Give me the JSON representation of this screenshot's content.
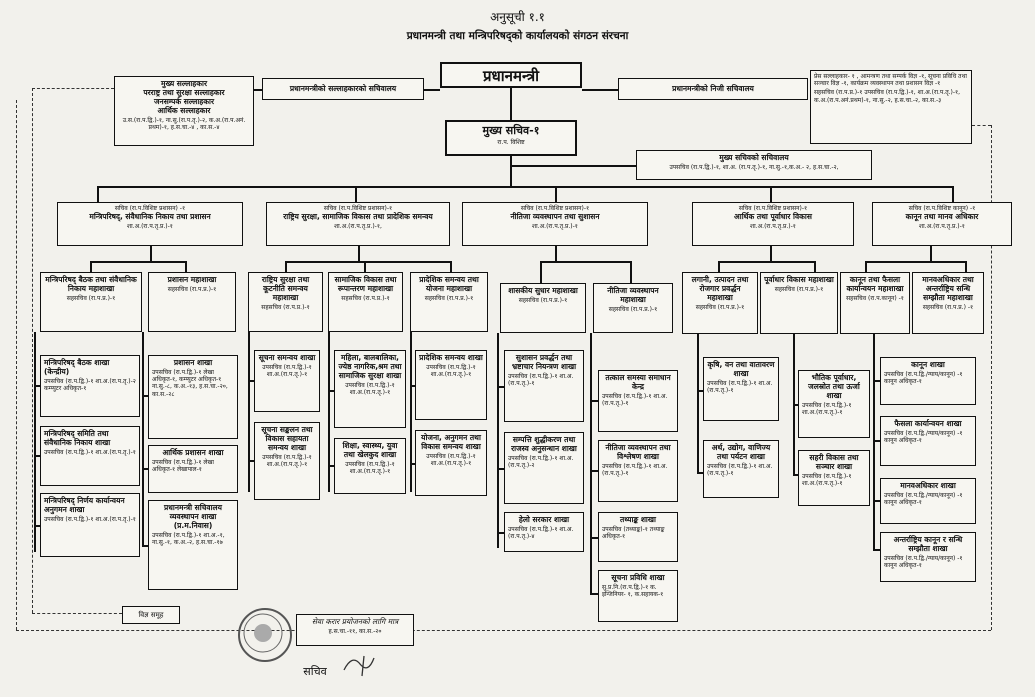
{
  "header": {
    "annex": "अनुसूची १.१",
    "title": "प्रधानमन्त्री तथा मन्त्रिपरिषद्को कार्यालयको संगठन संरचना"
  },
  "top": {
    "pm": "प्रधानमन्त्री",
    "advisor_secretariat": "प्रधानमन्त्रीको सल्लाहकारको सचिवालय",
    "private_secretariat": "प्रधानमन्त्रीको निजी सचिवालय",
    "advisors": {
      "title": "मुख्य सल्लाहकार",
      "l1": "परराष्ट्र तथा सुरक्षा सल्लाहकार",
      "l2": "जनसम्पर्क सल्लाहकार",
      "l3": "आर्थिक सल्लाहकार",
      "staff": "उ.स.(रा.प.द्वि.)-१, ना.सु.(रा.प.तृ.)-२, क.अ.(रा.प.अनं. प्रथम)-१, ह.स.चा.-४ , का.स.-४"
    },
    "private_staff": {
      "l1": "प्रेस सल्लाहकार- १ , आमन्त्रण तथा सम्पर्क विज्ञ -१, सूचना प्रविधि तथा सञ्चार विज्ञ -१, कार्यक्रम व्यवस्थापन तथा प्रशासन विज्ञ -१",
      "l2": "सहसचिव (रा.प.प्र.)-१ उपसचिव (रा.प.द्वि.)-१, शा.अ.(रा.प.तृ.)-१, क.अ.(रा.प.अनं.प्रथम)-१, ना.सु.-२, ह.स.चा.-२, का.स.-३"
    },
    "chief_secretary": {
      "title": "मुख्य सचिव-१",
      "sub": "रा.प. विशिष्ट"
    },
    "cs_secretariat": {
      "title": "मुख्य सचिवको सचिवालय",
      "staff": "उपसचिव (रा.प.द्वि.)-१, शा.अ. (रा.प.तृ.)-१, ना.सु.-१,क.अ.- २, ह.स.चा.-२,"
    }
  },
  "divisions": [
    {
      "sec": "सचिव (रा.प.विशिष्ट प्रशासन) -१",
      "title": "मन्त्रिपरिषद्, संवैधानिक निकाय तथा प्रशासन",
      "staff": "शा.अ.(रा.प.तृ.प्र.)-१"
    },
    {
      "sec": "सचिव (रा.प.विशिष्ट प्रशासन)-१",
      "title": "राष्ट्रिय सुरक्षा, सामाजिक विकास तथा प्रादेशिक समन्वय",
      "staff": "शा.अ.(रा.प.तृ.प्र.)-१,"
    },
    {
      "sec": "सचिव (रा.प.विशिष्ट प्रशासन)-१",
      "title": "नीतिजा व्यवस्थापन तथा सुशासन",
      "staff": "शा.अ.(रा.प.तृ.प्र.)-१"
    },
    {
      "sec": "सचिव (रा.प.विशिष्ट प्रशासन)-१",
      "title": "आर्थिक तथा पूर्वाधार विकास",
      "staff": "शा.अ.(रा.प.तृ.प्र.)-१"
    },
    {
      "sec": "सचिव (रा.प.विशिष्ट कानून) -१",
      "title": "कानून तथा मानव अधिकार",
      "staff": "शा.अ.(रा.प.तृ.प्र.)-१"
    }
  ],
  "sections": [
    {
      "title": "मन्त्रिपरिषद् बैठक तथा संवैधानिक निकाय महाशाखा",
      "staff": "सहसचिव (रा.प.प्र.)-१"
    },
    {
      "title": "प्रशासन महाशाखा",
      "staff": "सहसचिव (रा.प.प्र.)-१"
    },
    {
      "title": "राष्ट्रिय सुरक्षा तथा कूटनीति समन्वय महाशाखा",
      "staff": "सहसचिव (रा.प.प्र.)-१"
    },
    {
      "title": "सामाजिक विकास तथा रूपान्तरण महाशाखा",
      "staff": "सहसचिव (रा.प.प्र.)-१"
    },
    {
      "title": "प्रादेशिक समन्वय तथा योजना महाशाखा",
      "staff": "सहसचिव (रा.प.प्र.)-१"
    },
    {
      "title": "शासकीय सुधार महाशाखा",
      "staff": "सहसचिव (रा.प.प्र.)-१"
    },
    {
      "title": "नीतिजा व्यवस्थापन महाशाखा",
      "staff": "सहसचिव (रा.प.प्र.)-१"
    },
    {
      "title": "लगानी, उत्पादन तथा रोजगार प्रवर्द्धन महाशाखा",
      "staff": "सहसचिव (रा.प.प्र.)-१"
    },
    {
      "title": "पूर्वाधार विकास महाशाखा",
      "staff": "सहसचिव (रा.प.प्र.)-१"
    },
    {
      "title": "कानून तथा फैसला कार्यान्वयन महाशाखा",
      "staff": "सहसचिव (रा.प.कानून) -१"
    },
    {
      "title": "मानवअधिकार तथा अन्तर्राष्ट्रिय सन्धि सम्झौता महाशाखा",
      "staff": "सहसचिव (रा.प.प्र.) -१"
    }
  ],
  "branches": [
    {
      "title": "मन्त्रिपरिषद् बैठक शाखा (केन्द्रीय)",
      "staff": "उपसचिव (रा.प.द्वि.)-१ शा.अ.(रा.प.तृ.)-२ कम्प्युटर अधिकृत-१"
    },
    {
      "title": "मन्त्रिपरिषद् समिति तथा संवैधानिक निकाय शाखा",
      "staff": "उपसचिव (रा.प.द्वि.)-१ शा.अ.(रा.प.तृ.)-१"
    },
    {
      "title": "मन्त्रिपरिषद् निर्णय कार्यान्वयन अनुगमन शाखा",
      "staff": "उपसचिव (रा.प.द्वि.)-१ शा.अ.(रा.प.तृ.)-१"
    },
    {
      "title": "प्रशासन शाखा",
      "staff": "उपसचिव (रा.प.द्वि.)-१ लेखा अधिकृत-१, कम्प्युटर अधिकृत-१ ना.सु.-८, क.अ.-१३, ह.स.चा.-२०, का.स.-२८"
    },
    {
      "title": "आर्थिक प्रशासन शाखा",
      "staff": "उपसचिव (रा.प.द्वि.)-१ लेखा अधिकृत-१ लेखापाल-१"
    },
    {
      "title": "प्रधानमन्त्री सचिवालय व्यवस्थापन शाखा (प्र.म.निवास)",
      "staff": "उपसचिव (रा.प.द्वि.)-१ शा.अ.-१, ना.सु.-१, क.अ.-२, ह.स.चा.-१७"
    },
    {
      "title": "सूचना समन्वय शाखा",
      "staff": "उपसचिव (रा.प.द्वि.)-१ शा.अ.(रा.प.तृ.)-१"
    },
    {
      "title": "सूचना सङ्कलन तथा विकास सहायता समन्वय शाखा",
      "staff": "उपसचिव (रा.प.द्वि.)-१ शा.अ.(रा.प.तृ.)-१"
    },
    {
      "title": "महिला, बालबालिका, ज्येष्ठ नागरिक,श्रम तथा सामाजिक सुरक्षा शाखा",
      "staff": "उपसचिव (रा.प.द्वि.)-१ शा.अ.(रा.प.तृ.)-१"
    },
    {
      "title": "शिक्षा, स्वास्थ्य, युवा तथा खेलकुद शाखा",
      "staff": "उपसचिव (रा.प.द्वि.)-१ शा.अ.(रा.प.तृ.)-१"
    },
    {
      "title": "प्रादेशिक समन्वय शाखा",
      "staff": "उपसचिव (रा.प.द्वि.)-१ शा.अ.(रा.प.तृ.)-१"
    },
    {
      "title": "योजना, अनुगमन तथा विकास समन्वय शाखा",
      "staff": "उपसचिव (रा.प.द्वि.)-१ शा.अ.(रा.प.तृ.)-१"
    },
    {
      "title": "सुशासन प्रवर्द्धन तथा भ्रष्टाचार नियन्त्रण शाखा",
      "staff": "उपसचिव (रा.प.द्वि.)-१ शा.अ.(रा.प.तृ.)-१"
    },
    {
      "title": "सम्पत्ति शुद्धीकरण तथा राजस्व अनुसन्धान शाखा",
      "staff": "उपसचिव (रा.प.द्वि.)-१ शा.अ.(रा.प.तृ.)-२"
    },
    {
      "title": "हेलो सरकार शाखा",
      "staff": "उपसचिव (रा.प.द्वि.)-१ शा.अ.(रा.प.तृ.)-४"
    },
    {
      "title": "तत्काल समस्या समाधान केन्द्र",
      "staff": "उपसचिव (रा.प.द्वि.)-१ शा.अ.(रा.प.तृ.)-१"
    },
    {
      "title": "नीतिजा व्यवस्थापन तथा विश्लेषण शाखा",
      "staff": "उपसचिव (रा.प.द्वि.)-१ शा.अ.(रा.प.तृ.)-१"
    },
    {
      "title": "तथ्याङ्क शाखा",
      "staff": "उपसचिव (तथ्याङ्क)-१ तथ्याङ्क अधिकृत-१"
    },
    {
      "title": "सूचना प्रविधि शाखा",
      "staff": "सु.प्र.नि.(रा.प.द्वि.)-१ क. इन्जिनियर- १, क.सहायक-१"
    },
    {
      "title": "कृषि, वन तथा वातावरण शाखा",
      "staff": "उपसचिव (रा.प.द्वि.)-१ शा.अ.(रा.प.तृ.)-१"
    },
    {
      "title": "अर्थ, उद्योग, वाणिज्य तथा पर्यटन शाखा",
      "staff": "उपसचिव (रा.प.द्वि.)-१ शा.अ.(रा.प.तृ.)-१"
    },
    {
      "title": "भौतिक पूर्वाधार, जलस्रोत तथा ऊर्जा शाखा",
      "staff": "उपसचिव (रा.प.द्वि.)-१ शा.अ.(रा.प.तृ.)-१"
    },
    {
      "title": "सहरी विकास तथा सञ्चार शाखा",
      "staff": "उपसचिव (रा.प.द्वि.)-१ शा.अ.(रा.प.तृ.)-१"
    },
    {
      "title": "कानून शाखा",
      "staff": "उपसचिव (रा.प.द्वि./न्याय/कानून) -१ कानून अधिकृत-१"
    },
    {
      "title": "फैसला कार्यान्वयन शाखा",
      "staff": "उपसचिव (रा.प.द्वि./न्याय/कानून) -१ कानून अधिकृत-१"
    },
    {
      "title": "मानवअधिकार शाखा",
      "staff": "उपसचिव (रा.प.द्वि./न्याय/कानून) -१ कानून अधिकृत-१"
    },
    {
      "title": "अन्तर्राष्ट्रिय कानून र सन्धि सम्झौता शाखा",
      "staff": "उपसचिव (रा.प.द्वि./न्याय/कानून) -१ कानून अधिकृत-१"
    }
  ],
  "footer": {
    "expert_group": "विज्ञ समूह",
    "service_note": "सेवा करार प्रयोजनको लागि मात्र",
    "service_counts": "ह.स.चा.-११, का.स.-२०",
    "secretary_sign": "सचिव"
  }
}
